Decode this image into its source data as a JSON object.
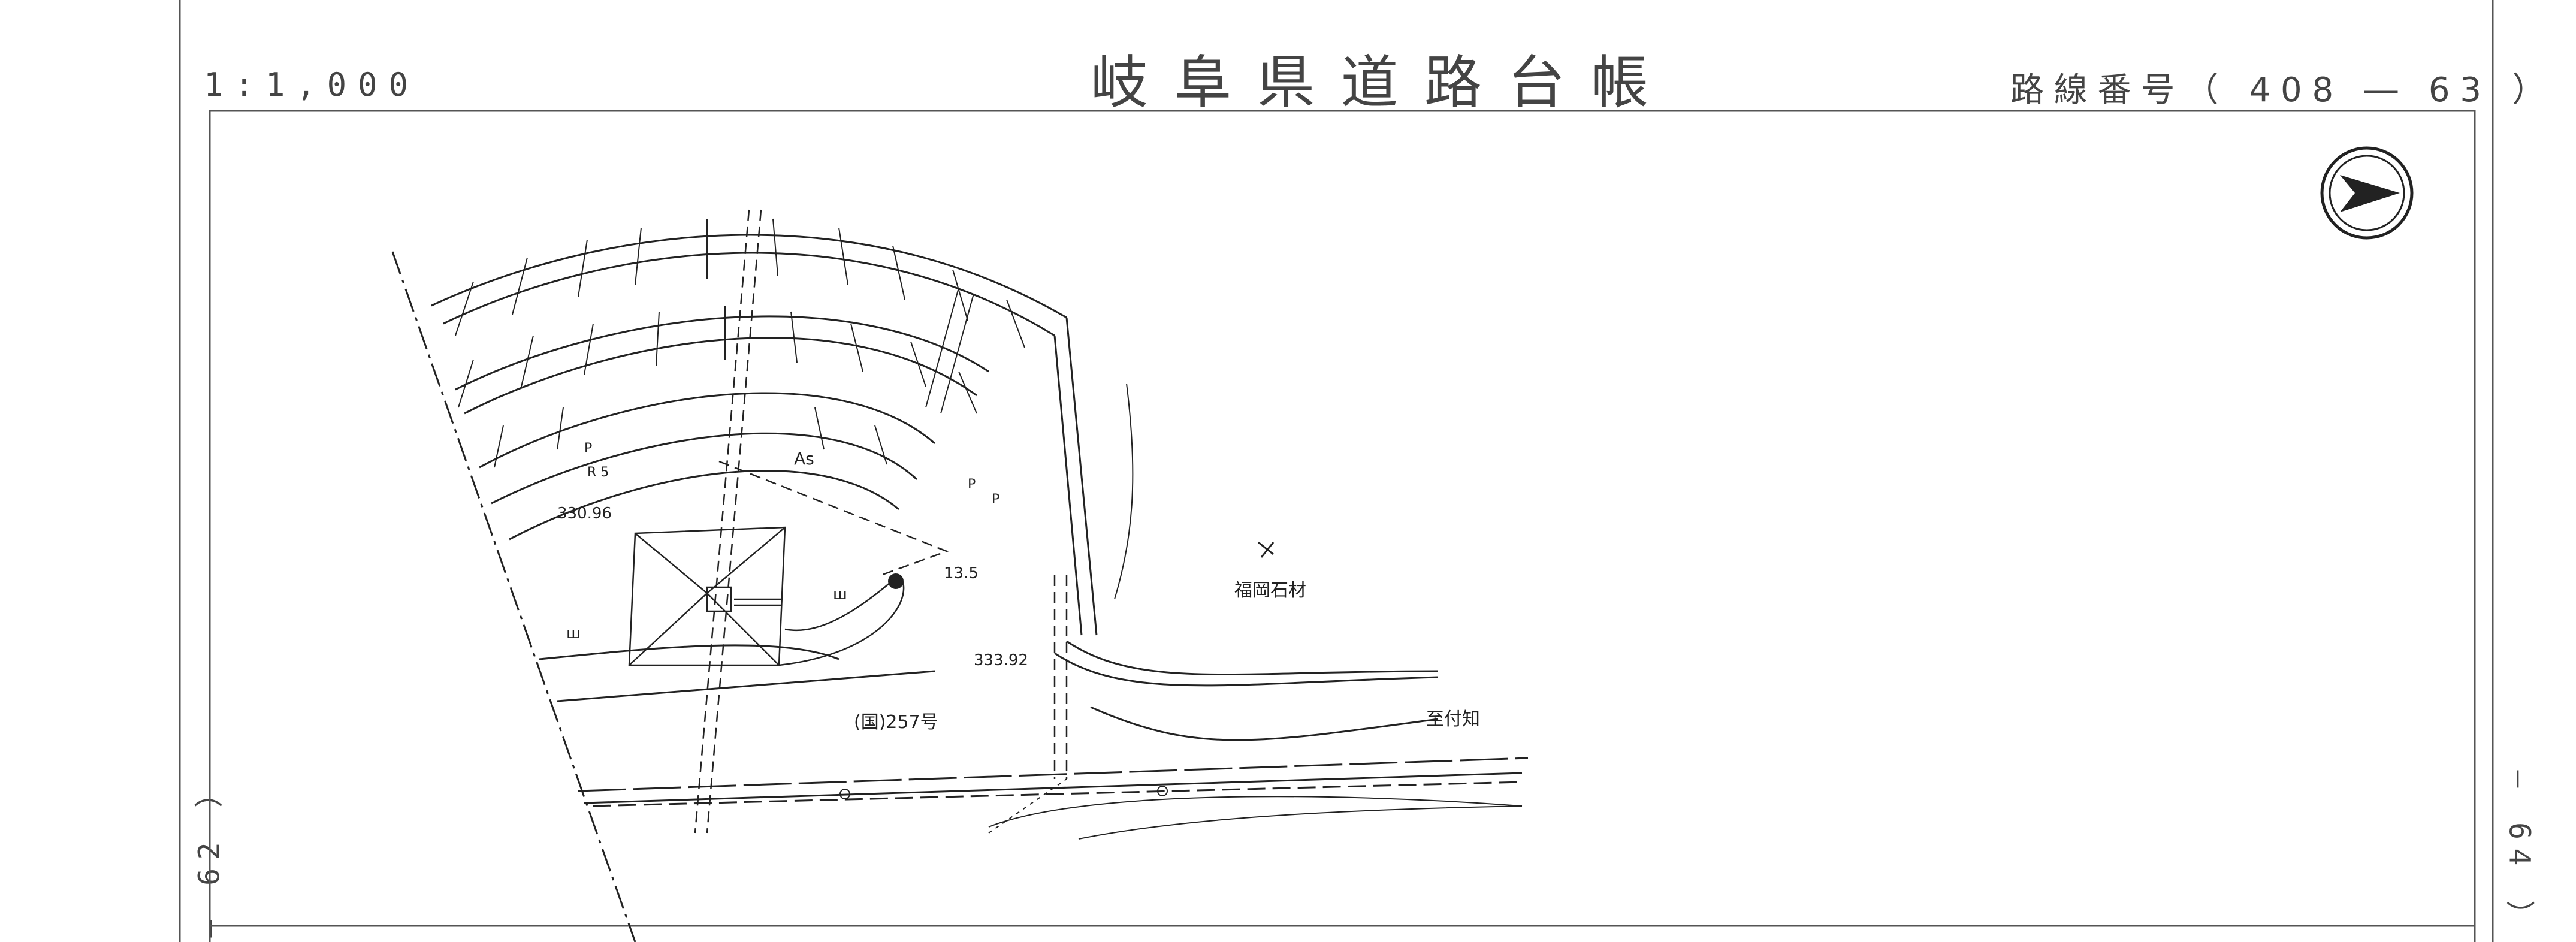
{
  "header": {
    "scale": "1:1,000",
    "title": "岐阜県道路台帳",
    "route_number": "路線番号（ 408 ― 63 ）"
  },
  "side_refs": {
    "left": "― 62 ）",
    "right": "― 64 ）"
  },
  "north_arrow": {
    "icon": "north-arrow-icon"
  },
  "map_labels": {
    "asphalt": "As",
    "elev_1": "330.96",
    "elev_2": "333.92",
    "width": "13.5",
    "radius": "R 5",
    "pole_1": "P",
    "pole_2": "P",
    "pole_3": "P",
    "quarry": "福岡石材",
    "road": "(国)257号",
    "direction": "至付知",
    "mountain_symbol": "ш"
  },
  "colors": {
    "ink": "#222222",
    "frame": "#555555"
  }
}
